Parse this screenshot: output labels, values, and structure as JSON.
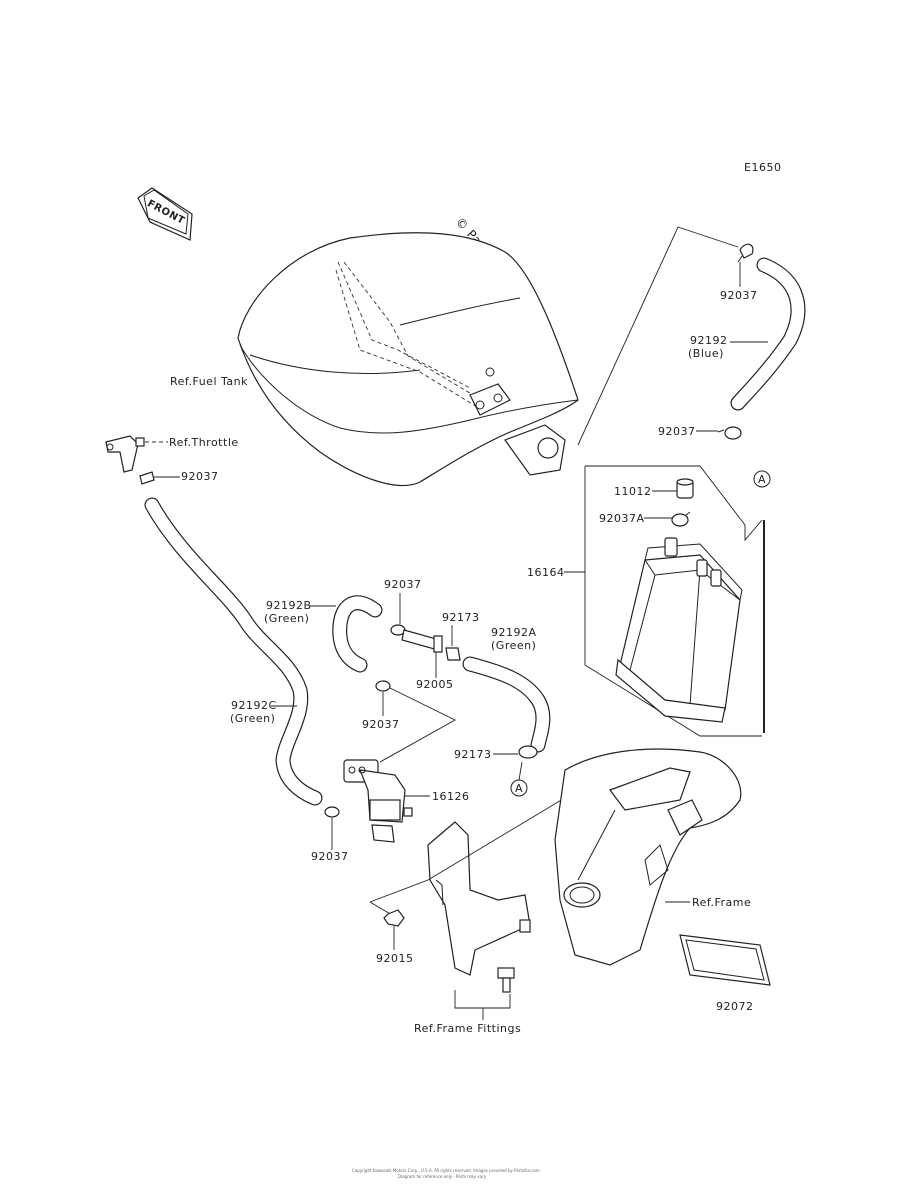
{
  "diagram_code": "E1650",
  "watermark": "© Partzilla.com",
  "front_badge": "FRONT",
  "labels": {
    "ref_fuel_tank": "Ref.Fuel Tank",
    "ref_throttle": "Ref.Throttle",
    "ref_frame": "Ref.Frame",
    "ref_frame_fittings": "Ref.Frame Fittings",
    "clamp_92037": "92037",
    "clamp_92037A": "92037A",
    "hose_blue_number": "92192",
    "hose_blue_color": "(Blue)",
    "hose_b_number": "92192B",
    "hose_b_color": "(Green)",
    "hose_a_number": "92192A",
    "hose_a_color": "(Green)",
    "hose_c_number": "92192C",
    "hose_c_color": "(Green)",
    "cap_11012": "11012",
    "canister_16164": "16164",
    "clamp_92173": "92173",
    "fitting_92005": "92005",
    "valve_16126": "16126",
    "nut_92015": "92015",
    "seal_92072": "92072",
    "ref_point_a": "A"
  },
  "footer": {
    "line1": "Copyright Kawasaki Motors Corp., U.S.A. All rights reserved. Images provided by Partzilla.com",
    "line2": "Diagram for reference only - Parts may vary"
  }
}
